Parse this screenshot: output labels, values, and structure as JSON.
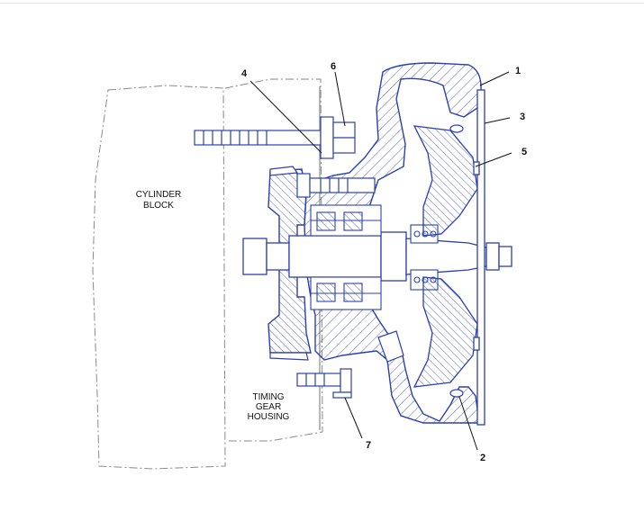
{
  "labels": {
    "cylinder_block": [
      "CYLINDER",
      "BLOCK"
    ],
    "timing_gear_housing": [
      "TIMING",
      "GEAR",
      "HOUSING"
    ]
  },
  "callouts": {
    "c1": "1",
    "c2": "2",
    "c3": "3",
    "c4": "4",
    "c5": "5",
    "c6": "6",
    "c7": "7"
  },
  "colors": {
    "part_outline": "#2c3fb0",
    "reference_outline": "#8a8a8a",
    "leader": "#111111"
  }
}
